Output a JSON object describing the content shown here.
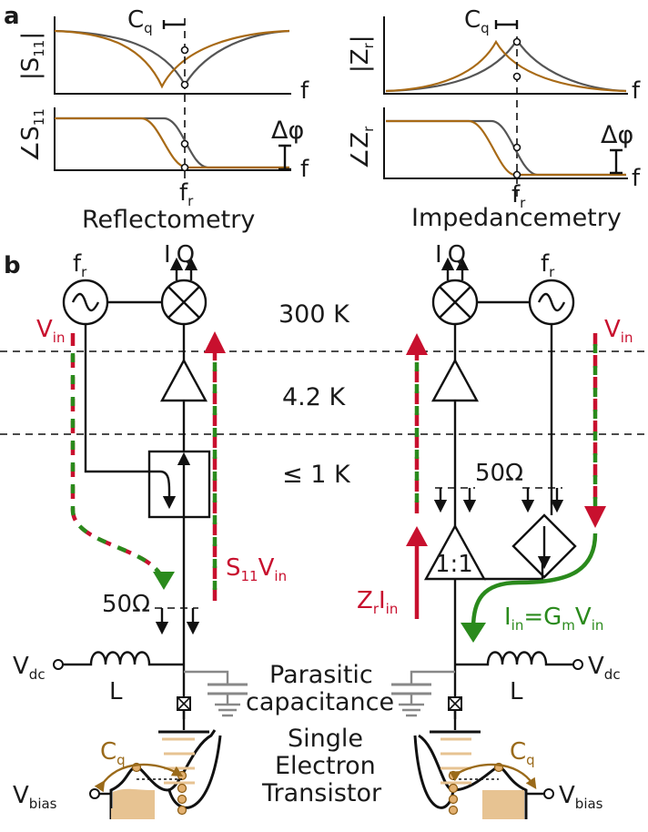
{
  "panels": {
    "a": "a",
    "b": "b"
  },
  "plots": {
    "cq": "C",
    "cq_sub": "q",
    "f": "f",
    "fr": "f",
    "fr_sub": "r",
    "dphi": "Δφ",
    "s11": "|S",
    "s11_sub": "11",
    "s11_close": "|",
    "phase_s11": "∠S",
    "zr": "|Z",
    "zr_sub": "r",
    "zr_close": "|",
    "phase_zr": "∠Z",
    "reflectometry": "Reflectometry",
    "impedancemetry": "Impedancemetry"
  },
  "circuit": {
    "fr": "f",
    "fr_sub": "r",
    "iq_i": "I",
    "iq_q": "Q",
    "temp_300": "300 K",
    "temp_42": "4.2 K",
    "temp_1": "≤ 1 K",
    "vin": "V",
    "vin_sub": "in",
    "s11vin": "S",
    "s11vin_sub1": "11",
    "s11vin_v": "V",
    "s11vin_sub2": "in",
    "fifty_left": "50Ω",
    "fifty_right": "50Ω",
    "transformer": "1:1",
    "zrin_z": "Z",
    "zrin_sub1": "r",
    "zrin_i": "I",
    "zrin_sub2": "in",
    "iin_i": "I",
    "iin_sub1": "in",
    "iin_eq": "=G",
    "iin_sub2": "m",
    "iin_v": "V",
    "iin_sub3": "in",
    "vdc": "V",
    "vdc_sub": "dc",
    "inductor": "L",
    "parasitic1": "Parasitic",
    "parasitic2": "capacitance",
    "set1": "Single",
    "set2": "Electron",
    "set3": "Transistor",
    "cq": "C",
    "cq_sub": "q",
    "vbias": "V",
    "vbias_sub": "bias"
  },
  "colors": {
    "red": "#c8102e",
    "green": "#2a8a1c",
    "brown": "#a86a16",
    "gray": "#555555"
  }
}
